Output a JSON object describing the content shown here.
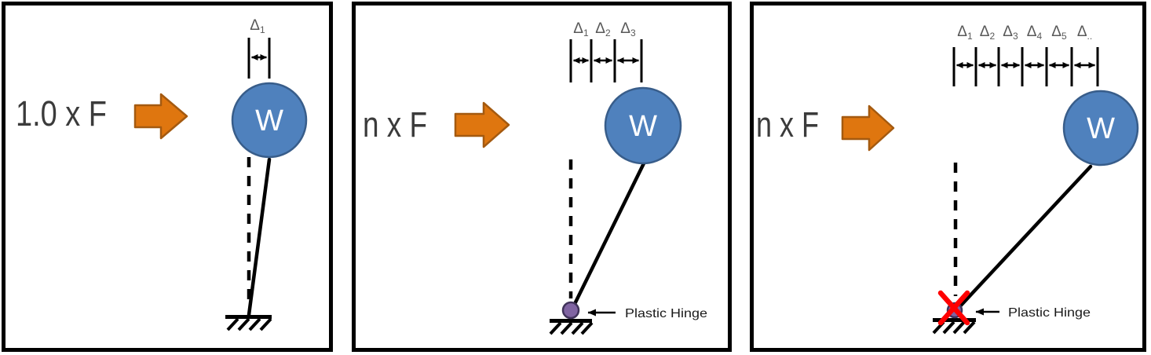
{
  "colors": {
    "force_text": "#3b3b3b",
    "arrow_fill": "#df760f",
    "arrow_stroke": "#a45a10",
    "mass_fill": "#4f81bd",
    "mass_stroke": "#385d8a",
    "hinge_fill": "#8064a2",
    "hinge_stroke": "#40335a",
    "delta_text": "#595959",
    "x_mark": "#ff0000"
  },
  "panels": [
    {
      "stage": "elastic",
      "force_label": "1.0 x F",
      "mass_label": "W",
      "deltas": [
        {
          "sym": "Δ",
          "sub": "1"
        }
      ]
    },
    {
      "stage": "plastic-hinge-forms",
      "force_label": "n x F",
      "mass_label": "W",
      "hinge_label": "Plastic Hinge",
      "deltas": [
        {
          "sym": "Δ",
          "sub": "1"
        },
        {
          "sym": "Δ",
          "sub": "2"
        },
        {
          "sym": "Δ",
          "sub": "3"
        }
      ]
    },
    {
      "stage": "collapse",
      "force_label": "n x F",
      "mass_label": "W",
      "hinge_label": "Plastic Hinge",
      "deltas": [
        {
          "sym": "Δ",
          "sub": "1"
        },
        {
          "sym": "Δ",
          "sub": "2"
        },
        {
          "sym": "Δ",
          "sub": "3"
        },
        {
          "sym": "Δ",
          "sub": "4"
        },
        {
          "sym": "Δ",
          "sub": "5"
        },
        {
          "sym": "Δ",
          "sub": ".."
        }
      ]
    }
  ]
}
